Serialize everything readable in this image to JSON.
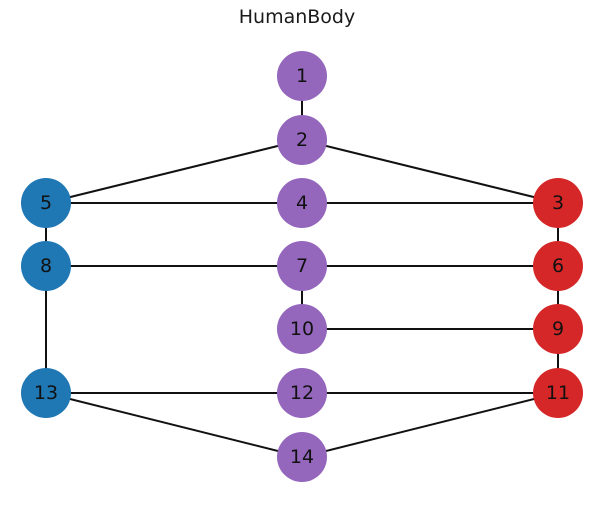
{
  "title": "HumanBody",
  "colors": {
    "purple": "#9467bd",
    "blue": "#1f77b4",
    "red": "#d62728",
    "edge": "#111111"
  },
  "nodes": [
    {
      "id": "1",
      "label": "1",
      "group": "purple"
    },
    {
      "id": "2",
      "label": "2",
      "group": "purple"
    },
    {
      "id": "3",
      "label": "3",
      "group": "red"
    },
    {
      "id": "4",
      "label": "4",
      "group": "purple"
    },
    {
      "id": "5",
      "label": "5",
      "group": "blue"
    },
    {
      "id": "6",
      "label": "6",
      "group": "red"
    },
    {
      "id": "7",
      "label": "7",
      "group": "purple"
    },
    {
      "id": "8",
      "label": "8",
      "group": "blue"
    },
    {
      "id": "9",
      "label": "9",
      "group": "red"
    },
    {
      "id": "10",
      "label": "10",
      "group": "purple"
    },
    {
      "id": "11",
      "label": "11",
      "group": "red"
    },
    {
      "id": "12",
      "label": "12",
      "group": "purple"
    },
    {
      "id": "13",
      "label": "13",
      "group": "blue"
    },
    {
      "id": "14",
      "label": "14",
      "group": "purple"
    }
  ],
  "edges": [
    [
      "1",
      "2"
    ],
    [
      "2",
      "5"
    ],
    [
      "2",
      "3"
    ],
    [
      "5",
      "4"
    ],
    [
      "4",
      "3"
    ],
    [
      "5",
      "8"
    ],
    [
      "3",
      "6"
    ],
    [
      "8",
      "7"
    ],
    [
      "7",
      "6"
    ],
    [
      "7",
      "10"
    ],
    [
      "6",
      "9"
    ],
    [
      "10",
      "9"
    ],
    [
      "8",
      "13"
    ],
    [
      "9",
      "11"
    ],
    [
      "13",
      "12"
    ],
    [
      "12",
      "11"
    ],
    [
      "13",
      "14"
    ],
    [
      "14",
      "11"
    ]
  ]
}
